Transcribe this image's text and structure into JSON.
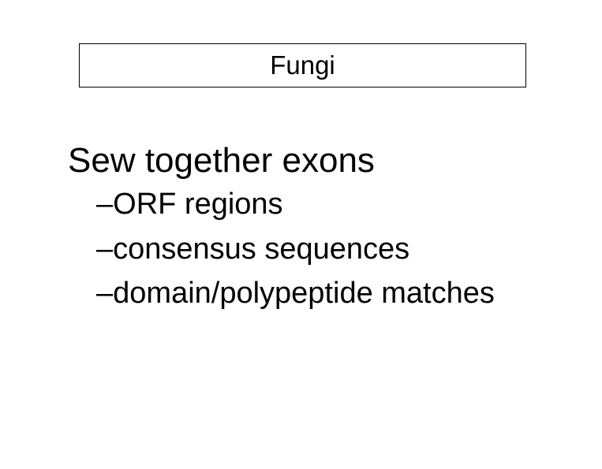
{
  "slide": {
    "background_color": "#ffffff",
    "text_color": "#000000",
    "title": {
      "text": "Fungi",
      "border_color": "#000000"
    },
    "body": {
      "heading": "Sew together exons",
      "bullet_marker": "–",
      "bullets": [
        {
          "text": "ORF regions"
        },
        {
          "text": "consensus sequences"
        },
        {
          "text": "domain/polypeptide matches"
        }
      ]
    }
  }
}
